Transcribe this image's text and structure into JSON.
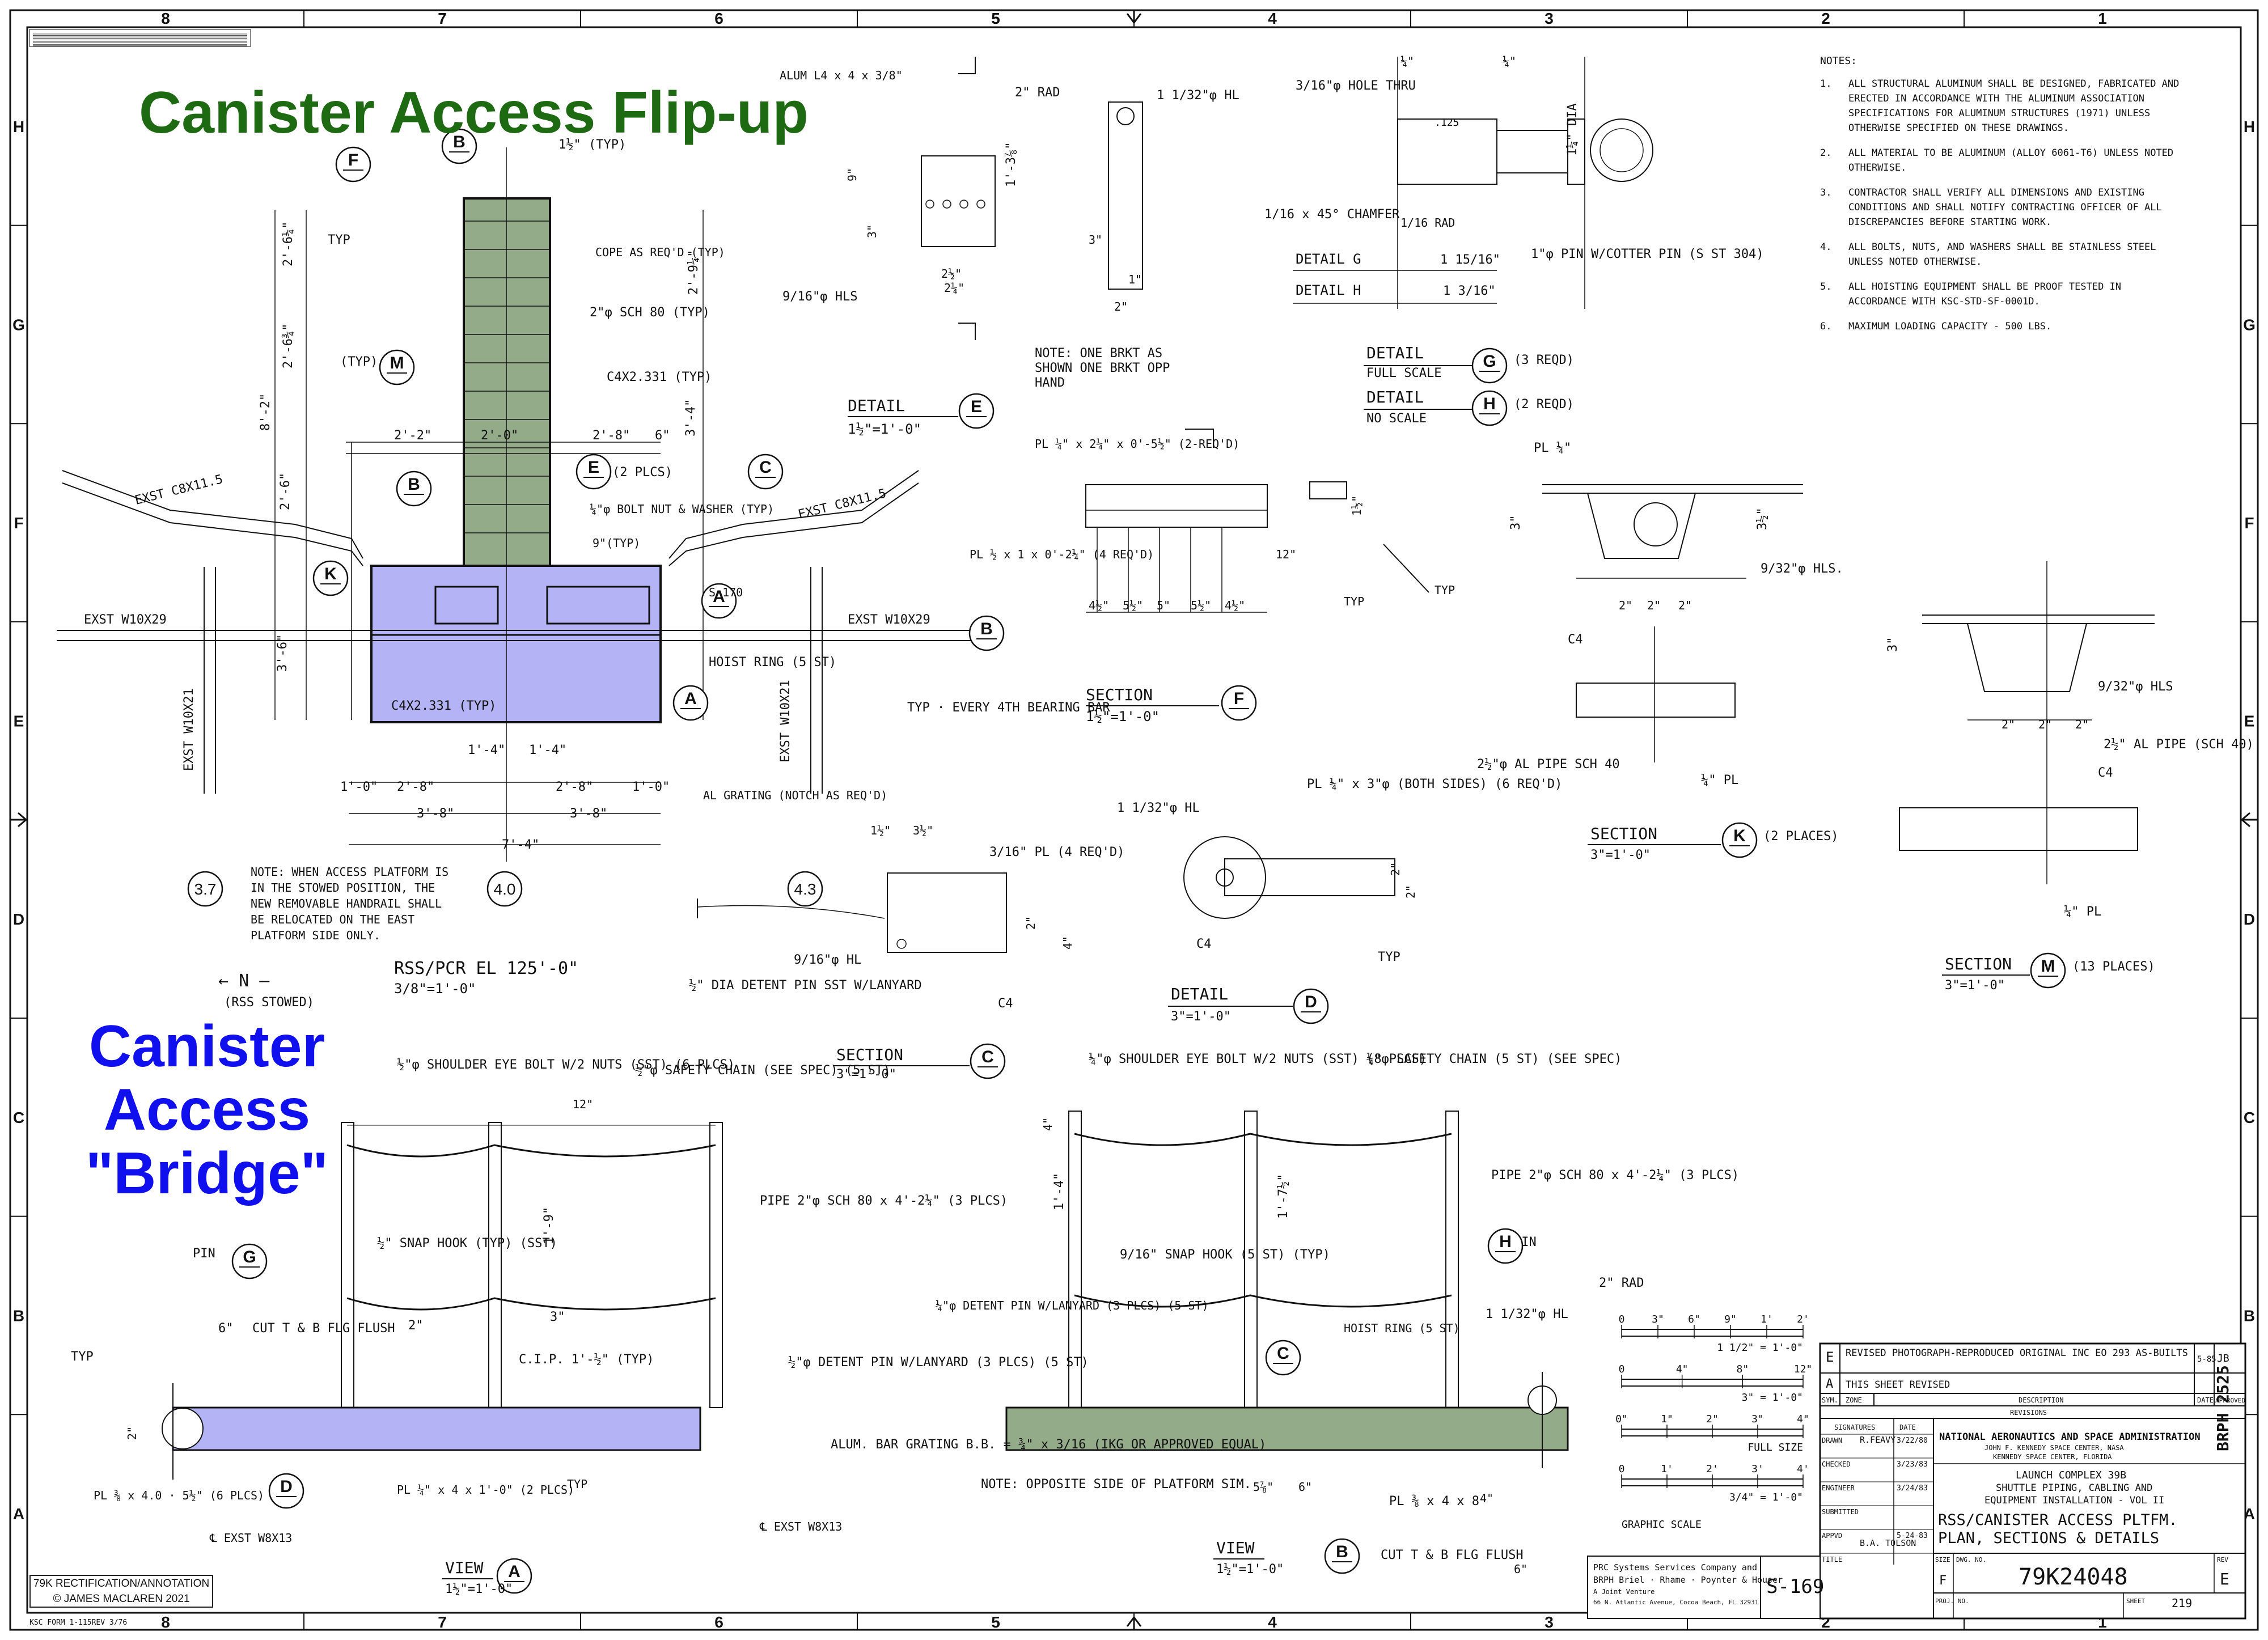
{
  "titles": {
    "flip_up": "Canister Access Flip-up",
    "bridge": "Canister Access \"Bridge\""
  },
  "colors": {
    "green_title": "#1e6a12",
    "blue_title": "#1010ee",
    "green_highlight": "#6f8f60",
    "blue_highlight": "#8080ee",
    "line": "#111111"
  },
  "border": {
    "columns": [
      "8",
      "7",
      "6",
      "5",
      "4",
      "3",
      "2",
      "1"
    ],
    "rows": [
      "H",
      "G",
      "F",
      "E",
      "D",
      "C",
      "B",
      "A"
    ],
    "side_code": "BRPH 2525",
    "form_id": "KSC FORM 1-115REV 3/76"
  },
  "notes": {
    "heading": "NOTES:",
    "items": [
      {
        "n": "1.",
        "text": "ALL STRUCTURAL ALUMINUM SHALL BE DESIGNED, FABRICATED AND ERECTED IN ACCORDANCE WITH THE ALUMINUM ASSOCIATION SPECIFICATIONS FOR ALUMINUM STRUCTURES (1971) UNLESS OTHERWISE SPECIFIED ON THESE DRAWINGS."
      },
      {
        "n": "2.",
        "text": "ALL MATERIAL TO BE ALUMINUM (ALLOY 6061-T6) UNLESS NOTED OTHERWISE."
      },
      {
        "n": "3.",
        "text": "CONTRACTOR SHALL VERIFY ALL DIMENSIONS AND EXISTING CONDITIONS AND SHALL NOTIFY CONTRACTING OFFICER OF ALL DISCREPANCIES BEFORE STARTING WORK."
      },
      {
        "n": "4.",
        "text": "ALL BOLTS, NUTS, AND WASHERS SHALL BE STAINLESS STEEL UNLESS NOTED OTHERWISE."
      },
      {
        "n": "5.",
        "text": "ALL HOISTING EQUIPMENT SHALL BE PROOF TESTED IN ACCORDANCE WITH KSC-STD-SF-0001D."
      },
      {
        "n": "6.",
        "text": "MAXIMUM LOADING CAPACITY - 500 LBS."
      }
    ]
  },
  "plan": {
    "title": "RSS/PCR EL 125'-0\"",
    "scale": "3/8\"=1'-0\"",
    "north": "← N —",
    "north_note": "(RSS STOWED)",
    "grid_bubbles": [
      "3.7",
      "4.0",
      "4.3"
    ],
    "note": "NOTE: WHEN ACCESS PLATFORM IS IN THE STOWED POSITION, THE NEW REMOVABLE HANDRAIL SHALL BE RELOCATED ON THE EAST PLATFORM SIDE ONLY.",
    "labels": {
      "exst_c8_left": "EXST C8X11.5",
      "exst_c8_right": "EXST C8X11.5",
      "exst_w10_left": "EXST W10X29",
      "exst_w10_right": "EXST W10X29",
      "exst_wd_left": "EXST W10X21",
      "exst_wd_right": "EXST W10X21",
      "cope": "COPE AS REQ'D (TYP)",
      "pipe_sch": "2\"φ SCH 80 (TYP)",
      "c4": "C4X2.331 (TYP)",
      "c4_bottom": "C4X2.331 (TYP)",
      "e_plcs": "(2 PLCS)",
      "bolt": "¼\"φ BOLT NUT & WASHER (TYP)",
      "typ_9": "9\"(TYP)",
      "hoist": "HOIST RING (5 ST)",
      "bearing": "TYP · EVERY 4TH BEARING BAR",
      "grating": "AL GRATING (NOTCH AS REQ'D)",
      "typ": "TYP",
      "typ_m": "(TYP)",
      "s170": "S-170",
      "one_half_typ": "1½\" (TYP)"
    },
    "dims": [
      "2'-2\"",
      "2'-0\"",
      "2'-8\"",
      "1'-4\"",
      "1'-4\"",
      "1'-0\"",
      "2'-8\"",
      "2'-8\"",
      "1'-0\"",
      "3'-8\"",
      "3'-8\"",
      "7'-4\"",
      "8'-2\"",
      "2'-6¼\"",
      "2'-6¾\"",
      "2'-6\"",
      "3'-6\"",
      "3'-4\"",
      "6\"",
      "2'-9¼\""
    ]
  },
  "details": {
    "e": {
      "title": "DETAIL",
      "scale": "1½\"=1'-0\"",
      "note": "NOTE: ONE BRKT AS SHOWN ONE BRKT OPP HAND",
      "labels": [
        "ALUM L4 x 4 x 3/8\"",
        "2\" RAD",
        "1 1/32\"φ HL",
        "9/16\"φ HLS",
        "2½\"",
        "2¼\"",
        "1\"",
        "2\"",
        "3\"",
        "1'-3⅞\"",
        "9\"",
        "3\""
      ]
    },
    "g_h": {
      "labels": [
        "3/16\"φ HOLE THRU",
        "¼\"",
        "¼\"",
        "1/16 x 45° CHAMFER",
        "1/16 RAD",
        "1\"φ PIN W/COTTER PIN (S ST 304)",
        "1¼\" DIA",
        ".125"
      ],
      "detail_g": "DETAIL G",
      "g_dim": "1 15/16\"",
      "detail_h": "DETAIL H",
      "h_dim": "1 3/16\"",
      "g_title": "DETAIL",
      "g_reqd": "(3 REQD)",
      "g_scale": "FULL SCALE",
      "h_title": "DETAIL",
      "h_reqd": "(2 REQD)",
      "h_scale": "NO SCALE"
    },
    "f": {
      "title": "SECTION",
      "scale": "1½\"=1'-0\"",
      "labels": [
        "PL ¼\" x 2¼\" x 0'-5½\" (2-REQ'D)",
        "PL ½ x 1 x 0'-2¼\" (4 REQ'D)",
        "4½\"",
        "5½\"",
        "5\"",
        "5½\"",
        "4½\"",
        "TYP",
        "TYP",
        "12\"",
        "1½\""
      ]
    },
    "k": {
      "title": "SECTION",
      "scale": "3\"=1'-0\"",
      "places": "(2 PLACES)",
      "labels": [
        "PL ¼\"",
        "9/32\"φ HLS.",
        "C4",
        "2½\"φ AL PIPE SCH 40",
        "¼\" PL",
        "2\"",
        "2\"",
        "2\"",
        "3\"",
        "3½\""
      ]
    },
    "m": {
      "title": "SECTION",
      "scale": "3\"=1'-0\"",
      "places": "(13 PLACES)",
      "labels": [
        "9/32\"φ HLS",
        "2½\" AL PIPE (SCH 40)",
        "C4",
        "¼\" PL",
        "2\"",
        "2\"",
        "2\"",
        "3\""
      ]
    },
    "c": {
      "title": "SECTION",
      "scale": "3\"=1'-0\"",
      "labels": [
        "3/16\" PL (4 REQ'D)",
        "9/16\"φ HL",
        "½\" DIA DETENT PIN SST W/LANYARD",
        "C4",
        "1½\"",
        "3½\"",
        "2\"",
        "4\""
      ]
    },
    "d": {
      "title": "DETAIL",
      "scale": "3\"=1'-0\"",
      "labels": [
        "1 1/32\"φ HL",
        "PL ¼\" x 3\"φ (BOTH SIDES) (6 REQ'D)",
        "C4",
        "TYP",
        "2\"",
        "2\""
      ]
    }
  },
  "view_a": {
    "title": "VIEW",
    "scale": "1½\"=1'-0\"",
    "labels": [
      "½\"φ SHOULDER EYE BOLT W/2 NUTS (SST) (6 PLCS)",
      "½\"φ SAFETY CHAIN (SEE SPEC) (5 ST)",
      "PIPE 2\"φ SCH 80 x 4'-2¼\" (3 PLCS)",
      "½\" SNAP HOOK (TYP) (SST)",
      "PIN",
      "CUT T & B FLG FLUSH",
      "C.I.P. 1'-½\" (TYP)",
      "½\"φ DETENT PIN W/LANYARD (3 PLCS) (5 ST)",
      "PL ¼\" x 4 x 1'-0\" (2 PLCS)",
      "PL ⅜ x 4.0 · 5½\" (6 PLCS)",
      "℄ EXST W8X13",
      "℄ EXST W8X13",
      "TYP",
      "TYP",
      "6\"",
      "2\"",
      "3\"",
      "1'-9\"",
      "12\"",
      "2\""
    ]
  },
  "view_b": {
    "title": "VIEW",
    "scale": "1½\"=1'-0\"",
    "labels": [
      "¼\"φ SHOULDER EYE BOLT W/2 NUTS (SST) (8 PLCS)",
      "¼\"φ SAFETY CHAIN (5 ST) (SEE SPEC)",
      "PIPE 2\"φ SCH 80 x 4'-2¼\" (3 PLCS)",
      "9/16\" SNAP HOOK (5 ST) (TYP)",
      "¼\"φ DETENT PIN W/LANYARD (3 PLCS) (5 ST)",
      "HOIST RING (5 ST)",
      "PIN",
      "2\" RAD",
      "1 1/32\"φ HL",
      "PL ⅜ x 4 x 8",
      "CUT T & B FLG FLUSH",
      "ALUM. BAR GRATING B.B. = ¾\" x 3/16 (IKG OR APPROVED EQUAL)",
      "NOTE: OPPOSITE SIDE OF PLATFORM SIM.",
      "5⅞\"",
      "6\"",
      "4\"",
      "6\"",
      "1'-7½\"",
      "1'-4\"",
      "4\""
    ]
  },
  "graphic_scale": {
    "title": "GRAPHIC SCALE",
    "rows": [
      {
        "ticks": [
          "0",
          "3\"",
          "6\"",
          "9\"",
          "1'",
          "2'"
        ],
        "scale": "1 1/2\" = 1'-0\""
      },
      {
        "ticks": [
          "0",
          "4\"",
          "8\"",
          "12\""
        ],
        "scale": "3\" = 1'-0\""
      },
      {
        "ticks": [
          "0\"",
          "1\"",
          "2\"",
          "3\"",
          "4\""
        ],
        "scale": "FULL SIZE"
      },
      {
        "ticks": [
          "0",
          "1'",
          "2'",
          "3'",
          "4'"
        ],
        "scale": "3/4\" = 1'-0\""
      }
    ]
  },
  "title_block": {
    "revisions": [
      {
        "sym": "E",
        "desc": "REVISED PHOTOGRAPH-REPRODUCED ORIGINAL INC EO 293 AS-BUILTS",
        "date": "5-85",
        "approved": "JB"
      },
      {
        "sym": "A",
        "desc": "THIS SHEET REVISED",
        "date": "",
        "approved": ""
      }
    ],
    "rev_headers": {
      "sym": "SYM.",
      "zone": "ZONE",
      "desc": "DESCRIPTION",
      "date": "DATE",
      "approved": "APPROVED",
      "revisions": "REVISIONS"
    },
    "sig_headers": {
      "signatures": "SIGNATURES",
      "date": "DATE"
    },
    "signatures": [
      {
        "role": "DRAWN",
        "name": "R.FEAVY",
        "date": "3/22/80"
      },
      {
        "role": "CHECKED",
        "name": "",
        "date": "3/23/83"
      },
      {
        "role": "ENGINEER",
        "name": "",
        "date": "3/24/83"
      },
      {
        "role": "SUBMITTED",
        "name": "",
        "date": ""
      },
      {
        "role": "APPVD",
        "name": "B.A. TOLSON",
        "date": "5-24-83"
      },
      {
        "role": "TITLE",
        "name": "",
        "date": ""
      }
    ],
    "agency": "NATIONAL AERONAUTICS AND SPACE ADMINISTRATION",
    "center1": "JOHN F. KENNEDY SPACE CENTER, NASA",
    "center2": "KENNEDY SPACE CENTER, FLORIDA",
    "project1": "LAUNCH COMPLEX 39B",
    "project2": "SHUTTLE PIPING, CABLING AND",
    "project3": "EQUIPMENT INSTALLATION - VOL II",
    "drawing_title1": "RSS/CANISTER ACCESS PLTFM.",
    "drawing_title2": "PLAN, SECTIONS & DETAILS",
    "size_label": "SIZE",
    "size": "F",
    "dwg_label": "DWG. NO.",
    "dwg_no": "79K24048",
    "rev_label": "REV",
    "rev": "E",
    "proj_label": "PROJ. NO.",
    "sheet_label": "SHEET",
    "sheet": "219",
    "sheet_code": "S-169",
    "contractor1": "PRC Systems Services Company and",
    "contractor2": "BRPH Briel · Rhame · Poynter & Houser",
    "contractor3": "A Joint Venture",
    "contractor4": "66 N. Atlantic Avenue, Cocoa Beach, FL 32931"
  },
  "credit": {
    "line1": "79K RECTIFICATION/ANNOTATION",
    "line2": "© JAMES MACLAREN 2021"
  }
}
